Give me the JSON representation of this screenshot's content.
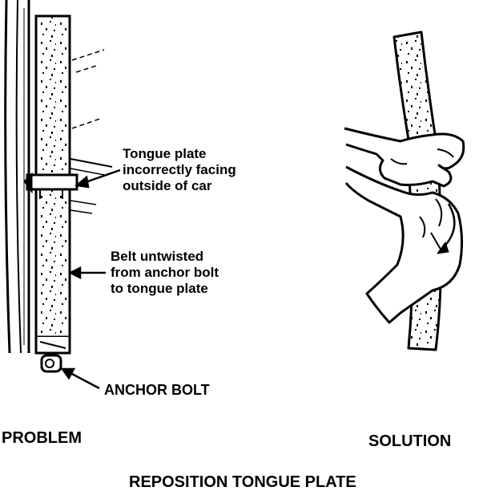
{
  "callouts": {
    "tongue_plate": [
      "Tongue plate",
      "incorrectly facing",
      "outside of car"
    ],
    "belt_untwisted": [
      "Belt untwisted",
      "from anchor bolt",
      "to tongue plate"
    ],
    "anchor_bolt": "ANCHOR BOLT"
  },
  "captions": {
    "problem": "PROBLEM",
    "solution": "SOLUTION"
  },
  "title": "REPOSITION TONGUE PLATE"
}
